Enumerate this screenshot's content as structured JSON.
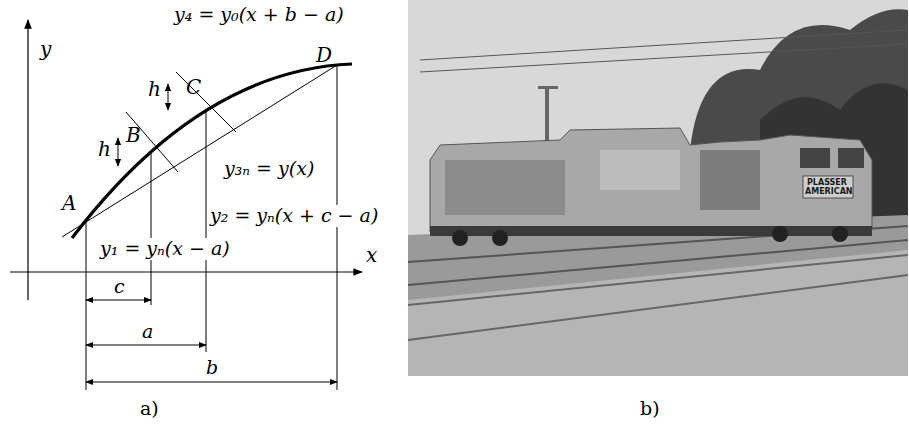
{
  "diagram": {
    "labels": [
      "y",
      "x",
      "A",
      "B",
      "C",
      "D",
      "h",
      "h",
      "y₄ = y₀(x + b − a)",
      "y₃ₙ = y(x)",
      "y₂ = yₙ(x + c − a)",
      "y₁ = yₙ(x − a)",
      "c",
      "a",
      "b",
      "a)",
      "b)",
      "PLASSER",
      "AMERICAN"
    ]
  }
}
